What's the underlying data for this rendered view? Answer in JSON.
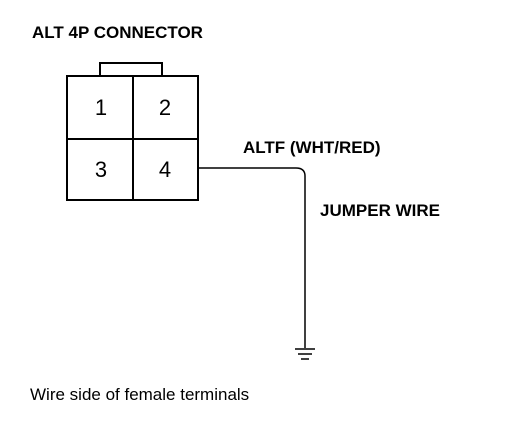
{
  "title": "ALT 4P CONNECTOR",
  "connector": {
    "pins": [
      "1",
      "2",
      "3",
      "4"
    ]
  },
  "wire_label": "ALTF (WHT/RED)",
  "jumper_label": "JUMPER WIRE",
  "caption": "Wire side of female terminals"
}
